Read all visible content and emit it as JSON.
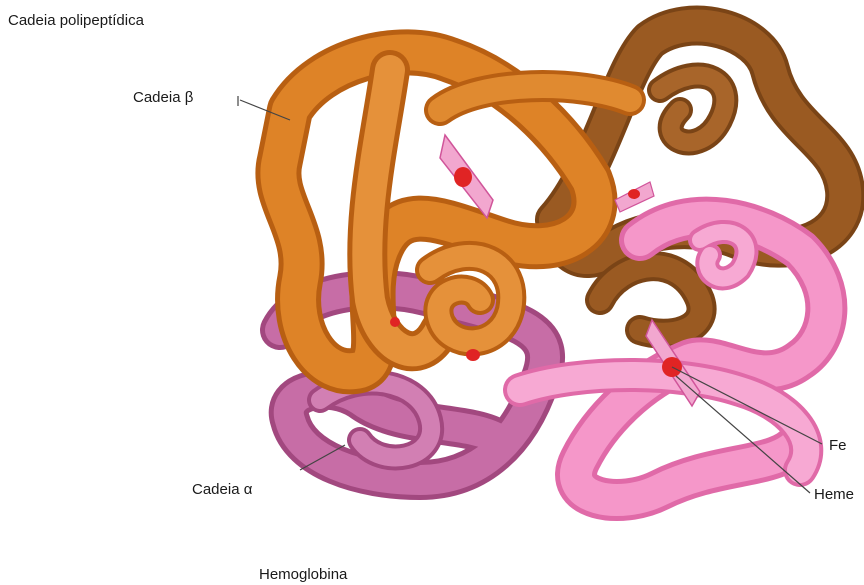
{
  "title": "Cadeia polipeptídica",
  "labels": {
    "beta_chain": "Cadeia β",
    "alpha_chain": "Cadeia α",
    "iron": "Fe",
    "heme": "Heme"
  },
  "caption": "Hemoglobina",
  "colors": {
    "beta_chain_orange": "#d97a22",
    "beta_chain_brown": "#93551e",
    "alpha_chain_magenta": "#c76da6",
    "alpha_chain_pink": "#f28fc6",
    "heme_group": "#f2a7cf",
    "iron_atom": "#e02424"
  }
}
